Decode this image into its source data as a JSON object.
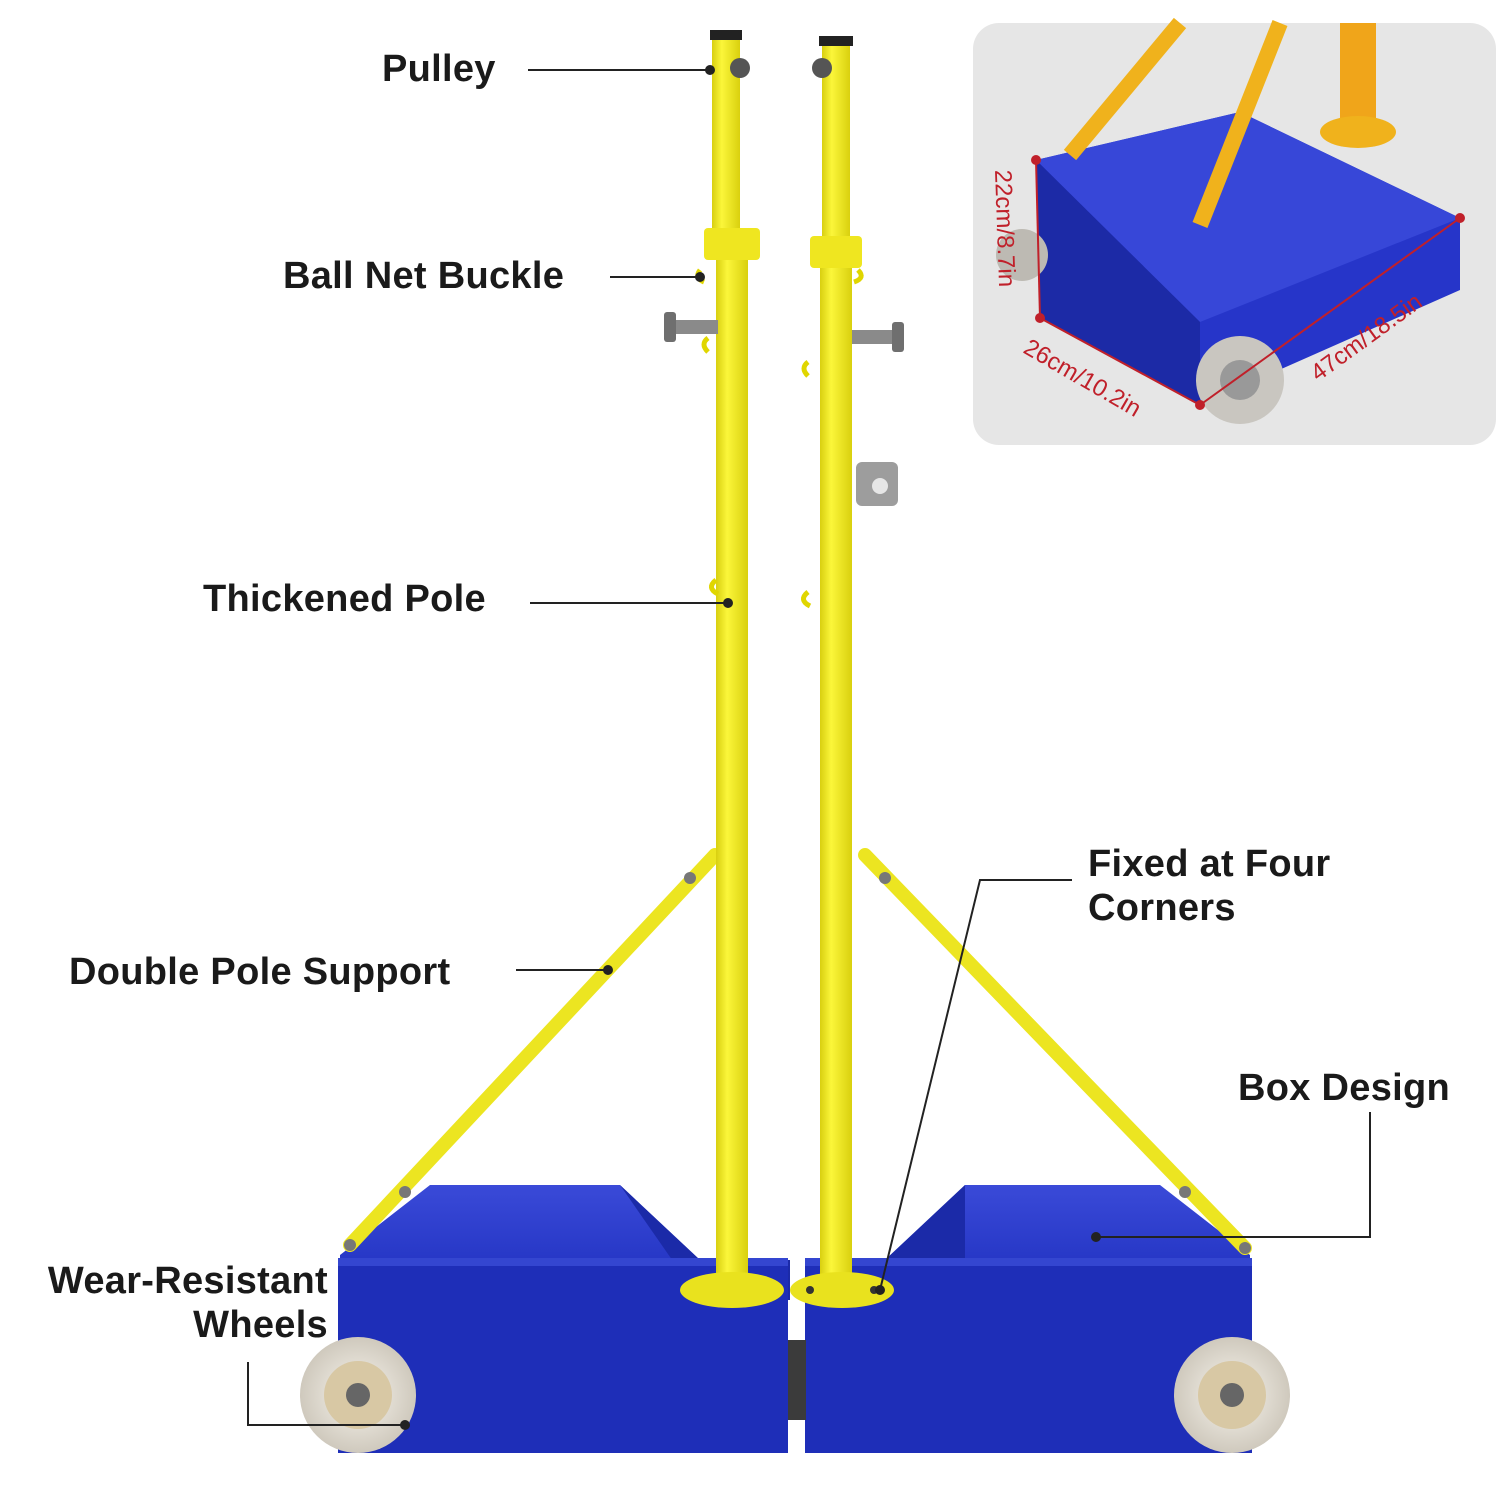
{
  "labels": {
    "pulley": "Pulley",
    "ball_net_buckle": "Ball Net Buckle",
    "thickened_pole": "Thickened Pole",
    "double_pole_support": "Double Pole Support",
    "wear_resistant_wheels_line1": "Wear-Resistant",
    "wear_resistant_wheels_line2": "Wheels",
    "fixed_four_corners_line1": "Fixed at Four",
    "fixed_four_corners_line2": "Corners",
    "box_design": "Box Design"
  },
  "dimensions": {
    "height": "22cm/8.7in",
    "width": "26cm/10.2in",
    "length": "47cm/18.5in"
  },
  "colors": {
    "pole_yellow": "#f2ea1c",
    "base_blue": "#1f2fbf",
    "wheel_white": "#ece8df",
    "dimension_red": "#c0202a",
    "inset_bg": "#e6e6e6"
  }
}
